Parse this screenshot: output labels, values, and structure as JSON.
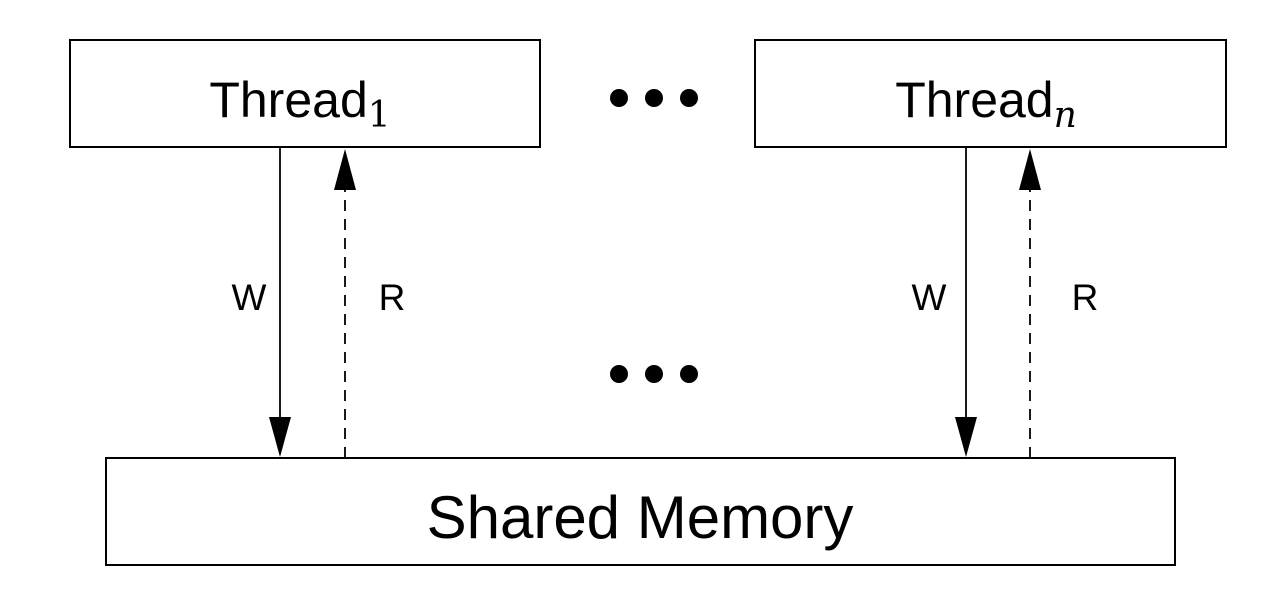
{
  "diagram": {
    "type": "shared-memory-concurrency-diagram",
    "colors": {
      "background": "#ffffff",
      "line": "#000000",
      "text": "#000000"
    },
    "boxes": {
      "thread1": {
        "label": "Thread",
        "subscript": "1"
      },
      "thread_n": {
        "label": "Thread",
        "subscript": "n"
      },
      "shared_memory": {
        "label": "Shared Memory"
      }
    },
    "edges": {
      "left_write": {
        "label": "W",
        "style": "solid",
        "direction": "down"
      },
      "left_read": {
        "label": "R",
        "style": "dashed",
        "direction": "up"
      },
      "right_write": {
        "label": "W",
        "style": "solid",
        "direction": "down"
      },
      "right_read": {
        "label": "R",
        "style": "dashed",
        "direction": "up"
      }
    },
    "ellipsis": {
      "between_threads": "•••",
      "between_edge_groups": "•••"
    }
  }
}
